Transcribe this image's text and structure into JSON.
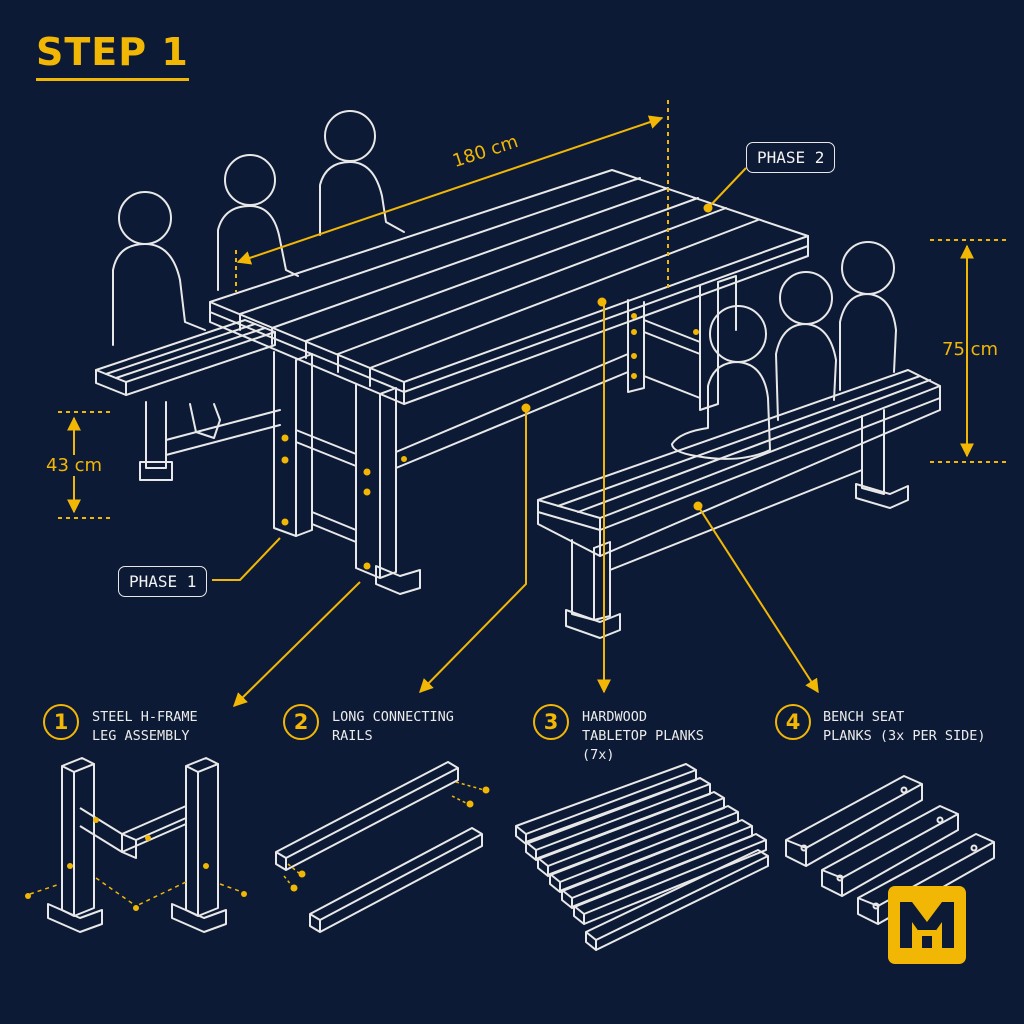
{
  "step": {
    "title": "STEP 1"
  },
  "phases": {
    "phase1": "PHASE 1",
    "phase2": "PHASE 2"
  },
  "dimensions": {
    "length": "180 cm",
    "table_height": "75 cm",
    "bench_height": "43 cm"
  },
  "legend": [
    {
      "number": "1",
      "lines": [
        "STEEL H-FRAME",
        "LEG ASSEMBLY"
      ]
    },
    {
      "number": "2",
      "lines": [
        "LONG CONNECTING",
        "RAILS"
      ]
    },
    {
      "number": "3",
      "lines": [
        "HARDWOOD",
        "TABLETOP PLANKS",
        "(7x)"
      ]
    },
    {
      "number": "4",
      "lines": [
        "BENCH SEAT",
        "PLANKS (3x PER SIDE)"
      ]
    }
  ],
  "colors": {
    "background": "#0d1a35",
    "accent": "#f2b705",
    "line": "#e8e8e8"
  },
  "icons": {
    "logo": "mh-logo"
  }
}
